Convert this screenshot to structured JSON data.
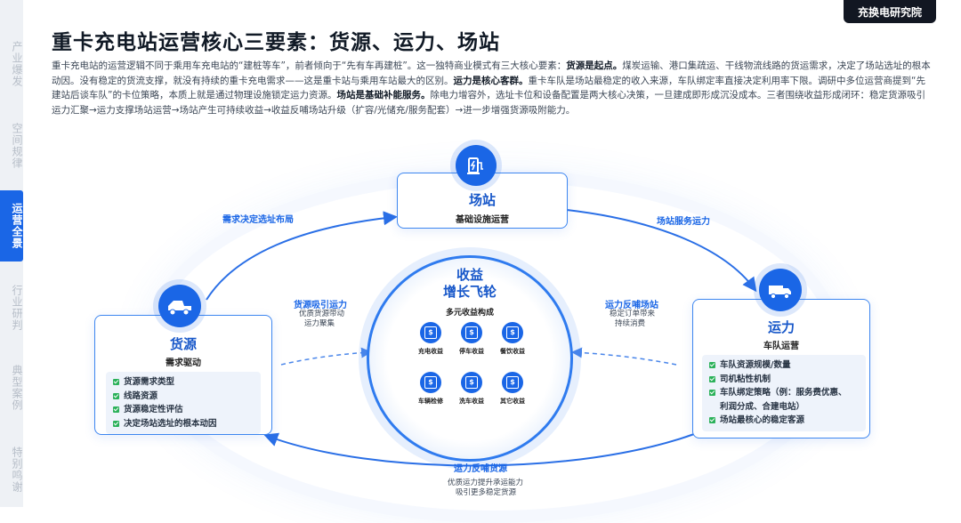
{
  "brand": "充换电研究院",
  "sidebar": {
    "tabs": [
      {
        "label": "产业爆发"
      },
      {
        "label": "空间规律"
      },
      {
        "label": "运营全景"
      },
      {
        "label": "行业研判"
      },
      {
        "label": "典型案例"
      },
      {
        "label": "特别鸣谢"
      }
    ]
  },
  "title": "重卡充电站运营核心三要素：货源、运力、场站",
  "intro": {
    "p1": "重卡充电站的运营逻辑不同于乘用车充电站的“建桩等车”，前者倾向于“先有车再建桩”。这一独特商业模式有三大核心要素：",
    "b1": "货源是起点。",
    "p2": "煤炭运输、港口集疏运、干线物流线路的货运需求，决定了场站选址的根本动因。没有稳定的货流支撑，就没有持续的重卡充电需求——这是重卡站与乘用车站最大的区别。",
    "b2": "运力是核心客群。",
    "p3": "重卡车队是场站最稳定的收入来源，车队绑定率直接决定利用率下限。调研中多位运营商提到“先建站后谈车队”的卡位策略，本质上就是通过物理设施锁定运力资源。",
    "b3": "场站是基础补能服务。",
    "p4": "除电力增容外，选址卡位和设备配置是两大核心决策，一旦建成即形成沉没成本。三者围绕收益形成闭环：稳定货源吸引运力汇聚→运力支撑场站运营→场站产生可持续收益→收益反哺场站升级（扩容/光储充/服务配套）→进一步增强货源吸附能力。"
  },
  "station": {
    "title": "场站",
    "subtitle": "基础设施运营",
    "icon": "charging-station-icon"
  },
  "cargo": {
    "title": "货源",
    "subtitle": "需求驱动",
    "icon": "mining-truck-icon",
    "bullets": [
      "货源需求类型",
      "线路资源",
      "货源稳定性评估",
      "决定场站选址的根本动因"
    ]
  },
  "capacity": {
    "title": "运力",
    "subtitle": "车队运营",
    "icon": "truck-fleet-icon",
    "bullets": [
      "车队资源规模/数量",
      "司机粘性机制",
      "车队绑定策略（例：服务费优惠、",
      "利润分成、合建电站）",
      "场站最核心的稳定客源"
    ]
  },
  "hub": {
    "title_line1": "收益",
    "title_line2": "增长飞轮",
    "subtitle": "多元收益构成",
    "revenues": [
      "充电收益",
      "停车收益",
      "餐饮收益",
      "车辆检修",
      "洗车收益",
      "其它收益"
    ]
  },
  "flows": {
    "top_left": "需求决定选址布局",
    "top_right": "场站服务运力",
    "mid_left": {
      "label": "货源吸引运力",
      "note1": "优质货源带动",
      "note2": "运力聚集"
    },
    "mid_right": {
      "label": "运力反哺场站",
      "note1": "稳定订单带来",
      "note2": "持续消费"
    },
    "bottom": {
      "label": "运力反哺货源",
      "note1": "优质运力提升承运能力",
      "note2": "吸引更多稳定货源"
    }
  },
  "colors": {
    "accent": "#1a66e6",
    "brand_bg": "#121722",
    "check": "#2bb15a"
  }
}
